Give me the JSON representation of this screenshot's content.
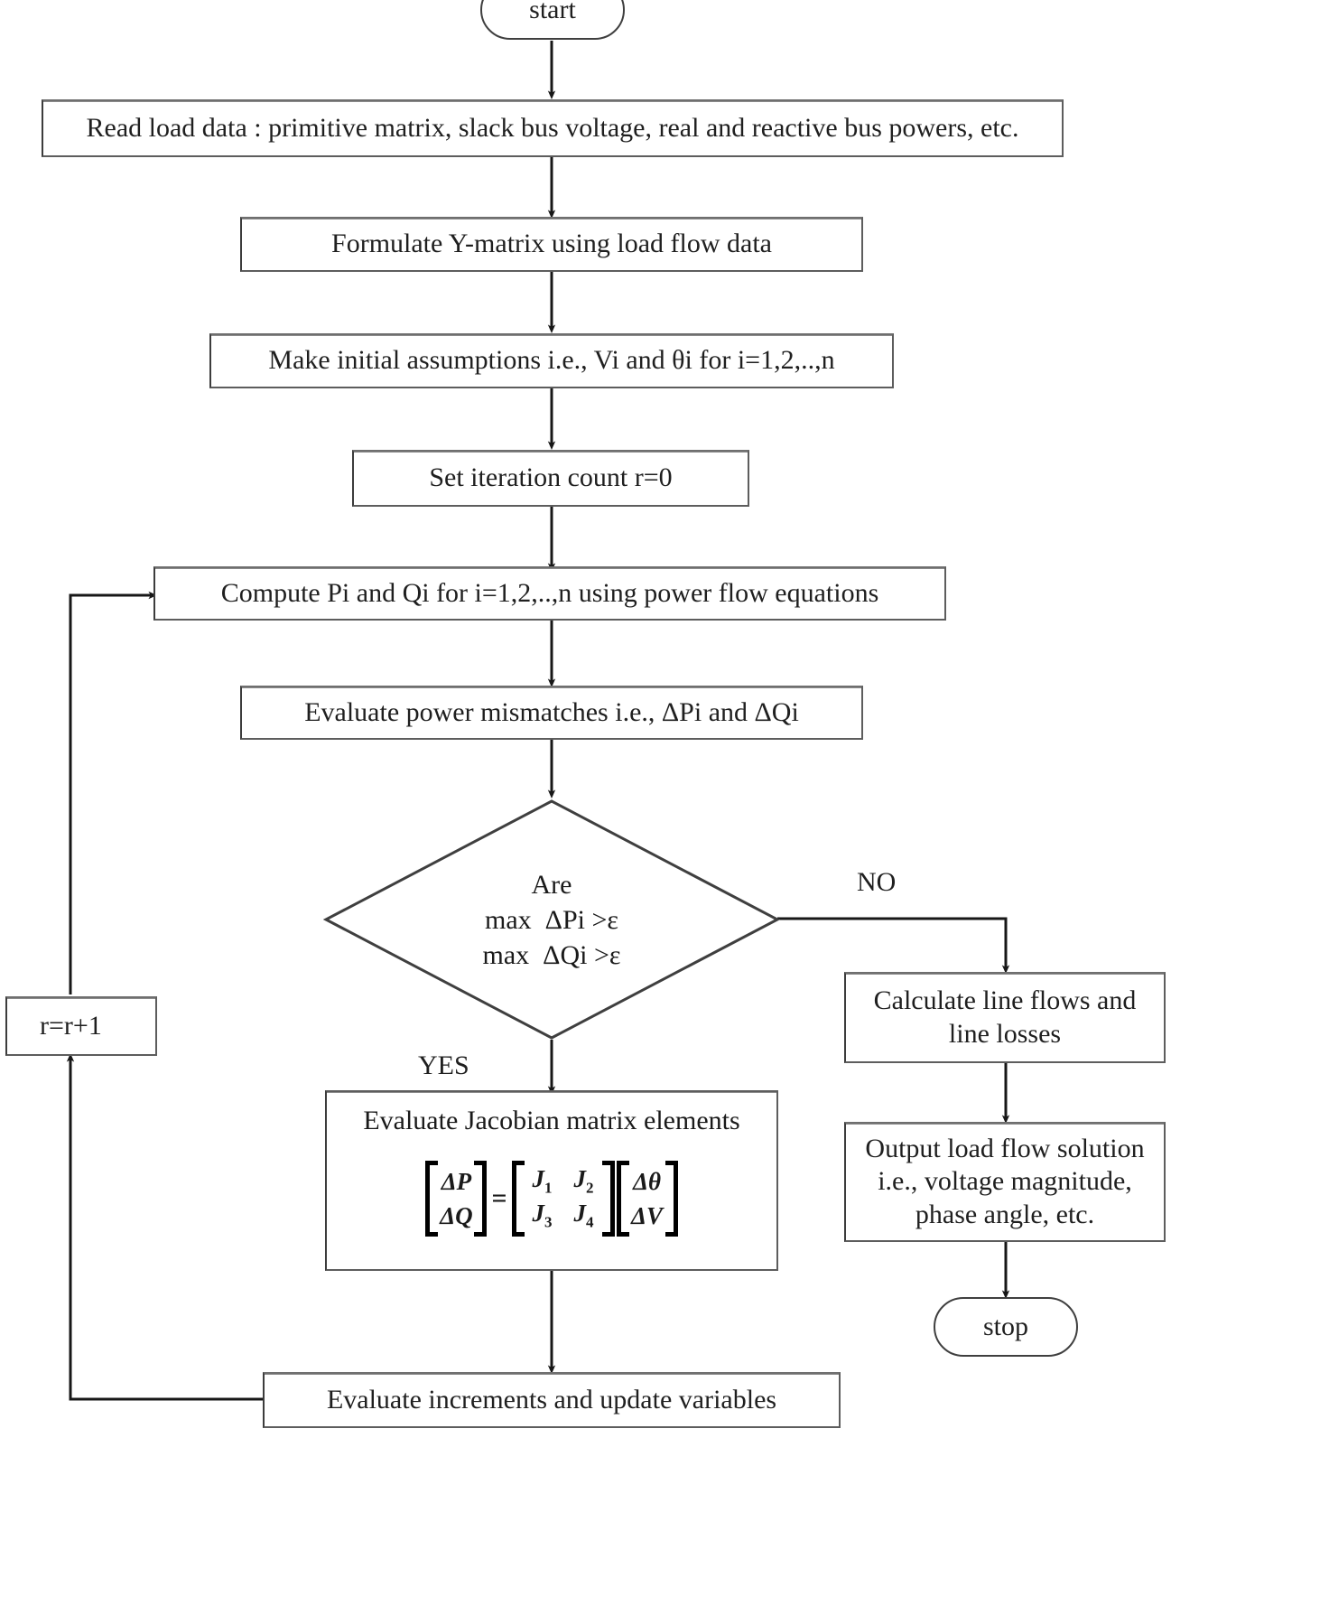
{
  "diagram": {
    "title": "Newton-Raphson load flow algorithm flowchart",
    "line_color": "#3f3f3f",
    "box_border_color": "#5d5d5d",
    "text_color": "#1f1f1f",
    "background": "#ffffff"
  },
  "nodes": {
    "start": {
      "label": "start",
      "shape": "terminator"
    },
    "read_data": {
      "label": "Read load data : primitive matrix, slack bus voltage, real and reactive bus powers, etc.",
      "shape": "process"
    },
    "y_matrix": {
      "label": "Formulate Y-matrix using load flow data",
      "shape": "process"
    },
    "initial": {
      "label": "Make initial assumptions i.e., Vi and θi for i=1,2,..,n",
      "shape": "process"
    },
    "set_iter": {
      "label": "Set iteration count r=0",
      "shape": "process"
    },
    "compute_pq": {
      "label": "Compute Pi and Qi for i=1,2,..,n using power flow equations",
      "shape": "process"
    },
    "mismatch": {
      "label": "Evaluate power mismatches i.e., ΔPi and ΔQi",
      "shape": "process"
    },
    "decision": {
      "shape": "decision",
      "line1": "Are",
      "line2": "max  ΔPi >ε",
      "line3": "max  ΔQi >ε"
    },
    "jacobian": {
      "shape": "process",
      "title": "Evaluate Jacobian matrix elements",
      "matrix": {
        "lhs": [
          "ΔP",
          "ΔQ"
        ],
        "equals": "=",
        "jac": [
          [
            "J",
            "J"
          ],
          [
            "J",
            "J"
          ]
        ],
        "jac_subs": [
          [
            "1",
            "2"
          ],
          [
            "3",
            "4"
          ]
        ],
        "rhs": [
          "Δθ",
          "ΔV"
        ]
      }
    },
    "increments": {
      "label": "Evaluate increments and update variables",
      "shape": "process"
    },
    "iter_inc": {
      "label": "r=r+1",
      "shape": "process"
    },
    "line_flows": {
      "label": "Calculate line flows and line losses",
      "shape": "process"
    },
    "output": {
      "label": "Output load flow solution i.e., voltage magnitude, phase angle, etc.",
      "shape": "process"
    },
    "stop": {
      "label": "stop",
      "shape": "terminator"
    }
  },
  "edge_labels": {
    "no": "NO",
    "yes": "YES"
  }
}
